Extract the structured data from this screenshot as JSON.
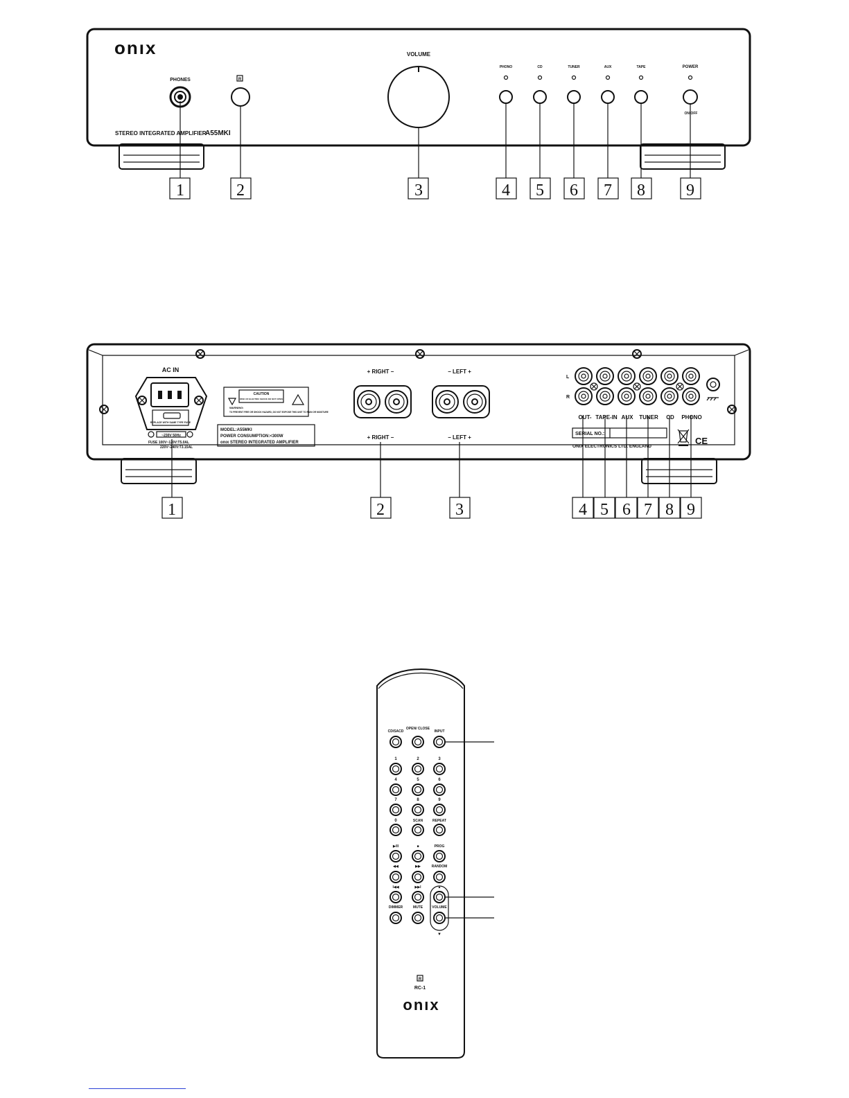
{
  "front_panel": {
    "brand": "onıx",
    "phones": "PHONES",
    "ir": "R",
    "volume": "VOLUME",
    "model_text": "STEREO INTEGRATED AMPLIFIER",
    "model": "A55MKI",
    "inputs": [
      {
        "label": "PHONO"
      },
      {
        "label": "CD"
      },
      {
        "label": "TUNER"
      },
      {
        "label": "AUX"
      },
      {
        "label": "TAPE"
      }
    ],
    "power": "POWER",
    "power_sub": "ON  OFF",
    "callouts": [
      "1",
      "2",
      "3",
      "4",
      "5",
      "6",
      "7",
      "8",
      "9"
    ]
  },
  "rear_panel": {
    "ac_in": "AC IN",
    "voltage": "~230V 50Hz",
    "fuse_line1": "FUSE 100V~120V:T5.0AL",
    "fuse_line2": "220V~240V:T3.15AL",
    "caution_title": "CAUTION",
    "caution_sub": "RISK OF ELECTRIC SHOCK DO NOT OPEN",
    "warning_title": "WARNING:",
    "warning_text": "TO PREVENT FIRE OR SHOCK HAZARD, DO NOT EXPOSE THIS UNIT TO RAIN OR MOISTURE",
    "fuse_replace": "REPLACE WITH SAME TYPE FUSE",
    "model_label": "MODEL:A55MKI",
    "power_consumption": "POWER CONSUMPTION:<300W",
    "brand_line": "onıx STEREO INTEGRATED AMPLIFIER",
    "right_top": "+ RIGHT −",
    "left_top": "− LEFT +",
    "right_bottom": "+ RIGHT −",
    "left_bottom": "− LEFT +",
    "row_l": "L",
    "row_r": "R",
    "jack_labels": [
      "OUT-",
      "TAPE-IN",
      "AUX",
      "TUNER",
      "CD",
      "PHONO"
    ],
    "serial": "SERIAL NO.:",
    "maker": "ONIX ELECTRONICS LTD. ENGLAND",
    "ce": "CE",
    "callouts": [
      "1",
      "2",
      "3",
      "4",
      "5",
      "6",
      "7",
      "8",
      "9"
    ]
  },
  "remote": {
    "top_labels": [
      "CD/SACD",
      "OPEN/ CLOSE",
      "INPUT"
    ],
    "grid_labels": [
      "1",
      "2",
      "3",
      "4",
      "5",
      "6",
      "7",
      "8",
      "9",
      "0",
      "SCAN",
      "REPEAT"
    ],
    "transport_labels": [
      "▶/II",
      "■",
      "PROG",
      "◀◀",
      "▶▶",
      "RANDOM",
      "I◀◀",
      "▶▶I",
      "▲"
    ],
    "bottom_labels": [
      "DIMMER",
      "MUTE",
      "VOLUME"
    ],
    "down_arrow": "▼",
    "ir": "R",
    "model": "RC-1",
    "brand": "onıx"
  }
}
